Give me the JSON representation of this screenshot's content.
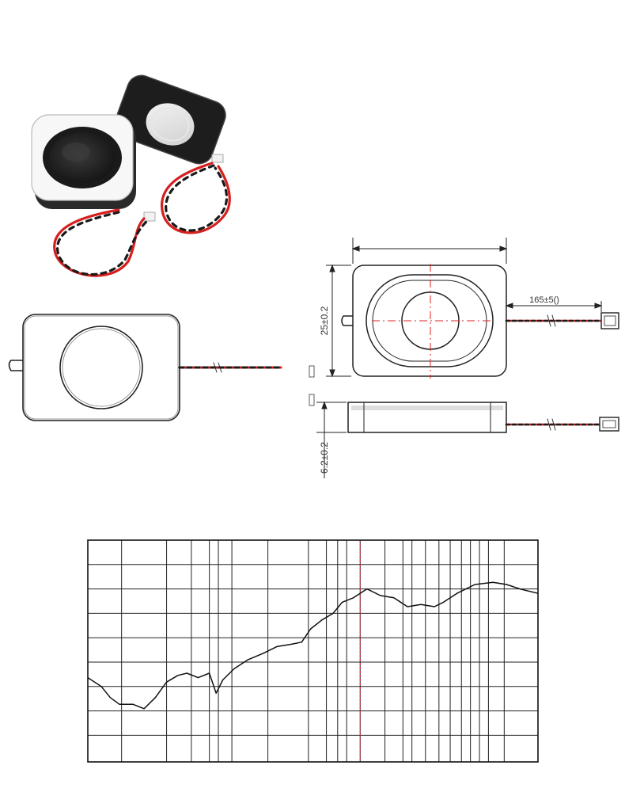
{
  "product_photo": {
    "speaker_white": "white-frame speaker",
    "speaker_black": "black-frame speaker"
  },
  "drawing": {
    "dimension_cable_length": "165±5()",
    "dimension_height": "25±0.2",
    "dimension_thickness": "6.2±0.2"
  },
  "colors": {
    "wire_red": "#d61f1f",
    "wire_black": "#1a1a1a",
    "center_line": "#e02020",
    "line": "#222222"
  },
  "chart_data": {
    "type": "line",
    "title": "",
    "xlabel": "",
    "ylabel": "",
    "grid": true,
    "x_scale": "log",
    "series": [
      {
        "values": [
          [
            0.0,
            0.62
          ],
          [
            0.03,
            0.66
          ],
          [
            0.05,
            0.71
          ],
          [
            0.07,
            0.74
          ],
          [
            0.1,
            0.74
          ],
          [
            0.125,
            0.76
          ],
          [
            0.15,
            0.71
          ],
          [
            0.175,
            0.64
          ],
          [
            0.2,
            0.61
          ],
          [
            0.22,
            0.6
          ],
          [
            0.245,
            0.62
          ],
          [
            0.27,
            0.6
          ],
          [
            0.285,
            0.69
          ],
          [
            0.3,
            0.63
          ],
          [
            0.325,
            0.58
          ],
          [
            0.355,
            0.54
          ],
          [
            0.39,
            0.51
          ],
          [
            0.42,
            0.48
          ],
          [
            0.45,
            0.47
          ],
          [
            0.475,
            0.46
          ],
          [
            0.495,
            0.4
          ],
          [
            0.52,
            0.36
          ],
          [
            0.545,
            0.33
          ],
          [
            0.565,
            0.28
          ],
          [
            0.59,
            0.26
          ],
          [
            0.62,
            0.22
          ],
          [
            0.65,
            0.25
          ],
          [
            0.68,
            0.26
          ],
          [
            0.71,
            0.3
          ],
          [
            0.74,
            0.29
          ],
          [
            0.77,
            0.3
          ],
          [
            0.79,
            0.28
          ],
          [
            0.82,
            0.24
          ],
          [
            0.86,
            0.2
          ],
          [
            0.9,
            0.19
          ],
          [
            0.93,
            0.2
          ],
          [
            0.96,
            0.22
          ],
          [
            1.0,
            0.24
          ]
        ]
      }
    ],
    "marker": {
      "style": "dashed-vertical",
      "position": 0.605,
      "color": "#e02020"
    },
    "verticals": [
      0,
      0.075,
      0.175,
      0.23,
      0.27,
      0.29,
      0.32,
      0.4,
      0.49,
      0.53,
      0.555,
      0.575,
      0.605,
      0.66,
      0.7,
      0.72,
      0.75,
      0.78,
      0.805,
      0.83,
      0.85,
      0.87,
      0.89,
      0.925,
      1.0
    ],
    "horizontals": [
      0,
      0.11,
      0.22,
      0.33,
      0.44,
      0.55,
      0.66,
      0.77,
      0.88,
      1.0
    ]
  }
}
